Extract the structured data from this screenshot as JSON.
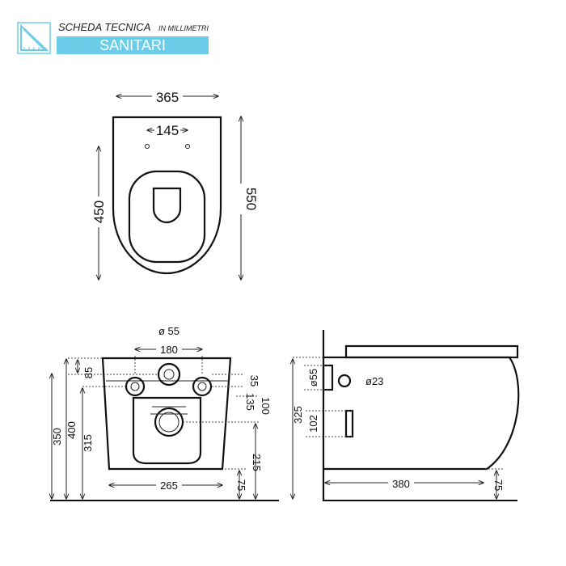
{
  "header": {
    "title": "SCHEDA TECNICA",
    "subtitle": "IN MILLIMETRI",
    "category": "SANITARI",
    "band_color": "#6ccde8",
    "icon": "ruler-pencil-icon"
  },
  "top_view": {
    "width": "365",
    "inner_width": "145",
    "length": "550",
    "bowl_length": "450"
  },
  "rear_view": {
    "pipe_diameter": "ø 55",
    "holes_spacing": "180",
    "top_offset": "85",
    "side_hole": "35",
    "hole_drop": "135",
    "height_350": "350",
    "height_400": "400",
    "height_315": "315",
    "hole_100": "100",
    "height_215": "215",
    "base_width": "265",
    "floor_75": "75"
  },
  "side_view": {
    "inlet_diameter": "ø55",
    "small_diameter": "ø23",
    "height_325": "325",
    "height_102": "102",
    "depth_380": "380",
    "floor_75": "75"
  }
}
